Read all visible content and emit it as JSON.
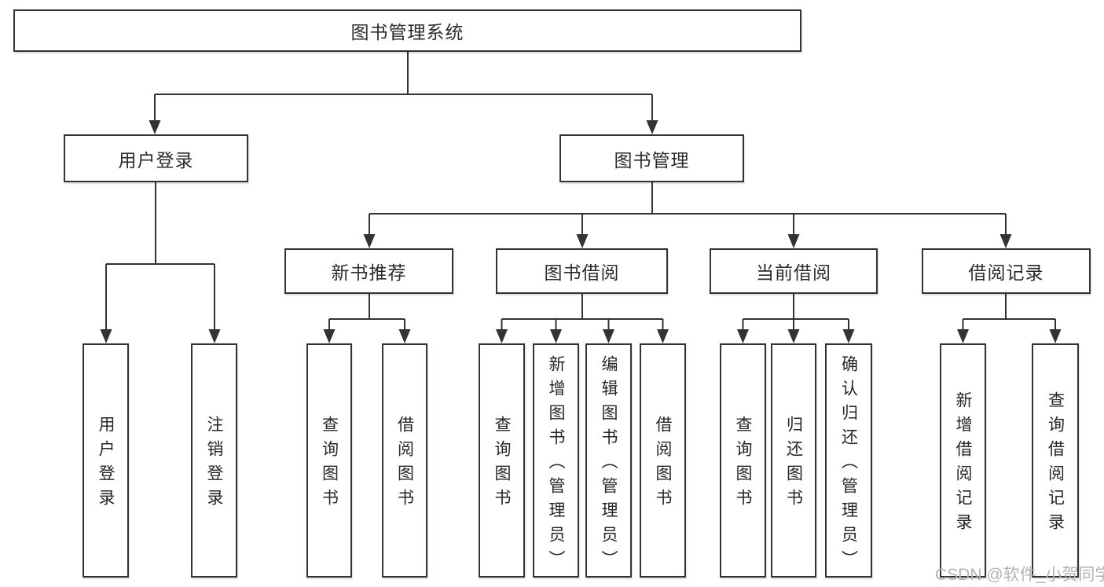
{
  "page": {
    "background": "#ffffff"
  },
  "colors": {
    "line": "#333333",
    "box_border": "#333333",
    "text": "#2b2b2b",
    "watermark": "#b3b3b3"
  },
  "watermark": {
    "text": "CSDN @软件_小贺同学"
  },
  "diagram": {
    "type": "tree",
    "root": {
      "label": "图书管理系统"
    },
    "branches": [
      {
        "label": "用户登录",
        "leaves": [
          "用户登录",
          "注销登录"
        ]
      },
      {
        "label": "图书管理",
        "groups": [
          {
            "label": "新书推荐",
            "leaves": [
              "查询图书",
              "借阅图书"
            ]
          },
          {
            "label": "图书借阅",
            "leaves": [
              "查询图书",
              "新增图书（管理员）",
              "编辑图书（管理员）",
              "借阅图书"
            ]
          },
          {
            "label": "当前借阅",
            "leaves": [
              "查询图书",
              "归还图书",
              "确认归还（管理员）"
            ]
          },
          {
            "label": "借阅记录",
            "leaves": [
              "新增借阅记录",
              "查询借阅记录"
            ]
          }
        ]
      }
    ]
  }
}
